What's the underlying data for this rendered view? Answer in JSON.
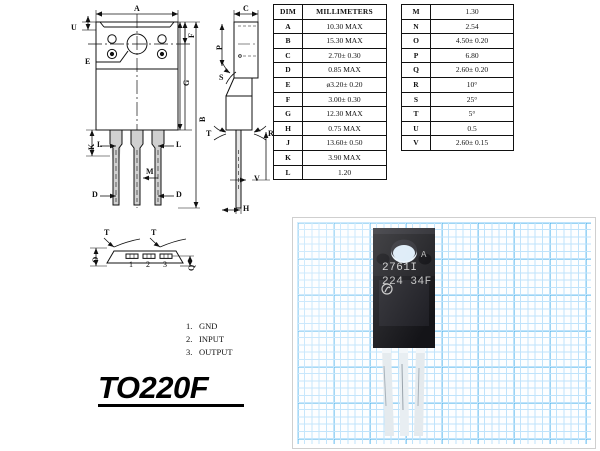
{
  "tables": {
    "left": {
      "headers": [
        "DIM",
        "MILLIMETERS"
      ],
      "rows": [
        {
          "dim": "A",
          "value": "10.30  MAX"
        },
        {
          "dim": "B",
          "value": "15.30  MAX"
        },
        {
          "dim": "C",
          "value": "2.70± 0.30"
        },
        {
          "dim": "D",
          "value": "0.85  MAX"
        },
        {
          "dim": "E",
          "value": "ø3.20± 0.20"
        },
        {
          "dim": "F",
          "value": "3.00± 0.30"
        },
        {
          "dim": "G",
          "value": "12.30  MAX"
        },
        {
          "dim": "H",
          "value": "0.75  MAX"
        },
        {
          "dim": "J",
          "value": "13.60± 0.50"
        },
        {
          "dim": "K",
          "value": "3.90  MAX"
        },
        {
          "dim": "L",
          "value": "1.20"
        }
      ]
    },
    "right": {
      "rows": [
        {
          "dim": "M",
          "value": "1.30"
        },
        {
          "dim": "N",
          "value": "2.54"
        },
        {
          "dim": "O",
          "value": "4.50± 0.20"
        },
        {
          "dim": "P",
          "value": "6.80"
        },
        {
          "dim": "Q",
          "value": "2.60± 0.20"
        },
        {
          "dim": "R",
          "value": "10°"
        },
        {
          "dim": "S",
          "value": "25°"
        },
        {
          "dim": "T",
          "value": "5°"
        },
        {
          "dim": "U",
          "value": "0.5"
        },
        {
          "dim": "V",
          "value": "2.60± 0.15"
        }
      ]
    }
  },
  "drawing": {
    "front_view_labels": [
      "A",
      "U",
      "E",
      "F",
      "B",
      "G",
      "K",
      "L",
      "L",
      "M",
      "D",
      "D"
    ],
    "side_view_labels": [
      "C",
      "P",
      "S",
      "T",
      "R",
      "V",
      "H"
    ],
    "bottom_view_labels": [
      "T",
      "T",
      "O",
      "Q"
    ],
    "bottom_view_pins": [
      "1",
      "2",
      "3"
    ]
  },
  "pin_list": [
    {
      "num": "1.",
      "name": "GND"
    },
    {
      "num": "2.",
      "name": "INPUT"
    },
    {
      "num": "3.",
      "name": "OUTPUT"
    }
  ],
  "title": "TO220F",
  "photo": {
    "part_markings": {
      "line1": "A",
      "line2": "2761I",
      "line3": "224    34F"
    },
    "background": "blue graph paper",
    "grid_color": "#36a9e8",
    "body_color": "#17171b"
  }
}
